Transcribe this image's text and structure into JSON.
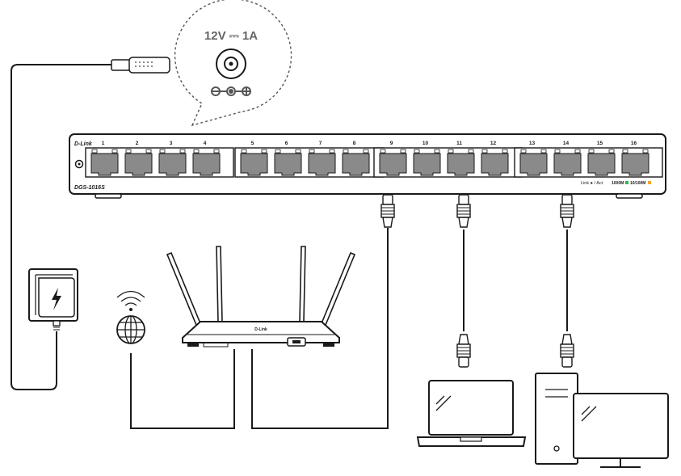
{
  "power_callout": {
    "rating": "12V ⎓ 1A"
  },
  "switch": {
    "brand": "D-Link",
    "model": "DGS-1016S",
    "ports": [
      "1",
      "2",
      "3",
      "4",
      "5",
      "6",
      "7",
      "8",
      "9",
      "10",
      "11",
      "12",
      "13",
      "14",
      "15",
      "16"
    ],
    "led_legend": {
      "link_act": "Link ● / Act",
      "speed_1000": "1000M",
      "speed_10_100": "10/100M"
    },
    "led_colors": {
      "speed_1000": "#39b54a",
      "speed_10_100": "#f7a823"
    }
  },
  "router": {
    "brand": "D-Link"
  },
  "icons": {
    "power_adapter": "power-adapter-icon",
    "internet": "globe-wifi-icon",
    "laptop": "laptop-icon",
    "desktop": "desktop-pc-icon"
  }
}
